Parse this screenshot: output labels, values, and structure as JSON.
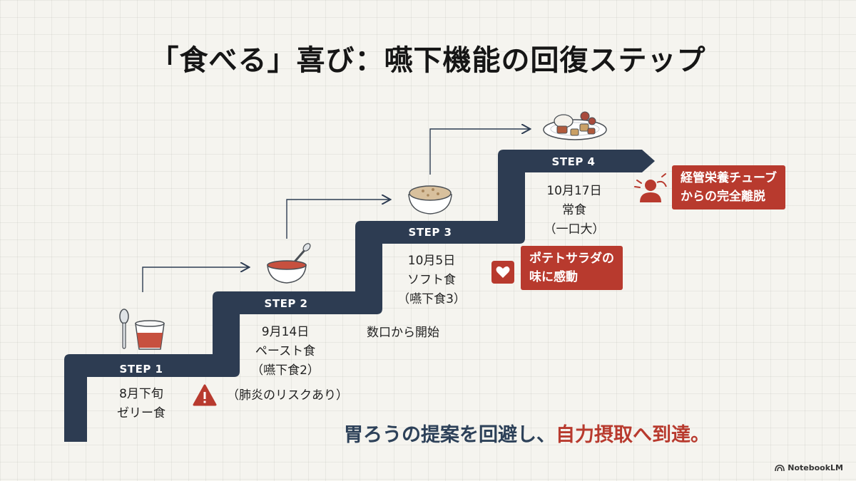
{
  "title": "「食べる」喜び：嚥下機能の回復ステップ",
  "steps": [
    {
      "label": "STEP 1",
      "date": "8月下旬",
      "food": "ゼリー食",
      "detail": "",
      "icon": "jelly-cup-spoon-icon"
    },
    {
      "label": "STEP 2",
      "date": "9月14日",
      "food": "ペースト食",
      "detail": "（嚥下食2）",
      "icon": "paste-bowl-spoon-icon"
    },
    {
      "label": "STEP 3",
      "date": "10月5日",
      "food": "ソフト食",
      "detail": "（嚥下食3）",
      "icon": "soft-food-bowl-icon"
    },
    {
      "label": "STEP 4",
      "date": "10月17日",
      "food": "常食",
      "detail": "（一口大）",
      "icon": "meal-plate-icon"
    }
  ],
  "notes": {
    "pneumonia_risk": "（肺炎のリスクあり）",
    "started_bites": "数口から開始",
    "potato_salad": [
      "ポテトサラダの",
      "味に感動"
    ],
    "tube_free": [
      "経管栄養チューブ",
      "からの完全離脱"
    ]
  },
  "conclusion": {
    "part1": "胃ろうの提案を回避し、",
    "part2": "自力摂取へ到達。"
  },
  "brand": "NotebookLM",
  "colors": {
    "stair": "#2d3c52",
    "accent_red": "#b83a2e",
    "background": "#f5f4ef"
  }
}
